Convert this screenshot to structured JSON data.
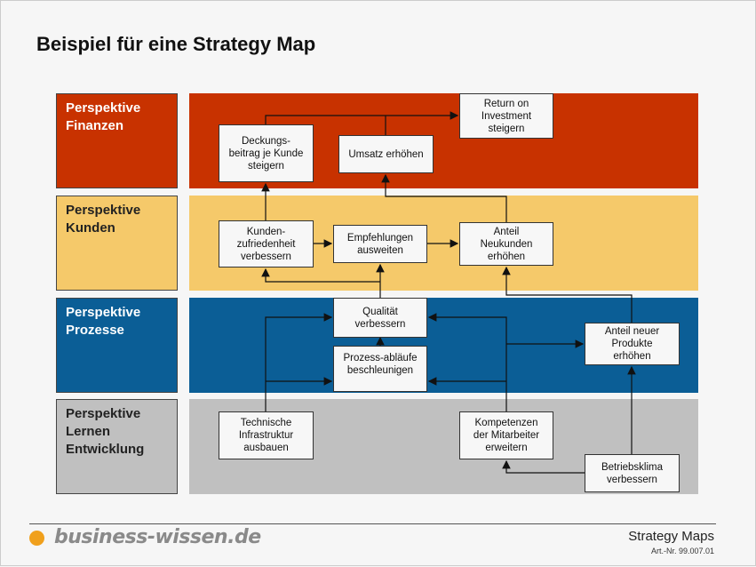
{
  "title": "Beispiel für eine Strategy Map",
  "perspectives": [
    {
      "label": "Perspektive\nFinanzen",
      "color": "#c83200"
    },
    {
      "label": "Perspektive\nKunden",
      "color": "#f5c96a"
    },
    {
      "label": "Perspektive\nProzesse",
      "color": "#0b5e96"
    },
    {
      "label": "Perspektive\nLernen\nEntwicklung",
      "color": "#c0c0c0"
    }
  ],
  "boxes": {
    "deckung": "Deckungs-\nbeitrag je Kunde\nsteigern",
    "umsatz": "Umsatz erhöhen",
    "roi": "Return on\nInvestment\nsteigern",
    "kundenzuf": "Kunden-\nzufriedenheit\nverbessern",
    "empfehlungen": "Empfehlungen\nausweiten",
    "neukunden": "Anteil\nNeukunden\nerhöhen",
    "qualitaet": "Qualität\nverbessern",
    "prozess": "Prozess-abläufe\nbeschleunigen",
    "produkte": "Anteil neuer\nProdukte\nerhöhen",
    "infrastruktur": "Technische\nInfrastruktur\nausbauen",
    "kompetenzen": "Kompetenzen\nder Mitarbeiter\nerweitern",
    "klima": "Betriebsklima\nverbessern"
  },
  "footer": {
    "logo": "business-wissen.de",
    "product": "Strategy Maps",
    "article": "Art.-Nr. 99.007.01"
  }
}
